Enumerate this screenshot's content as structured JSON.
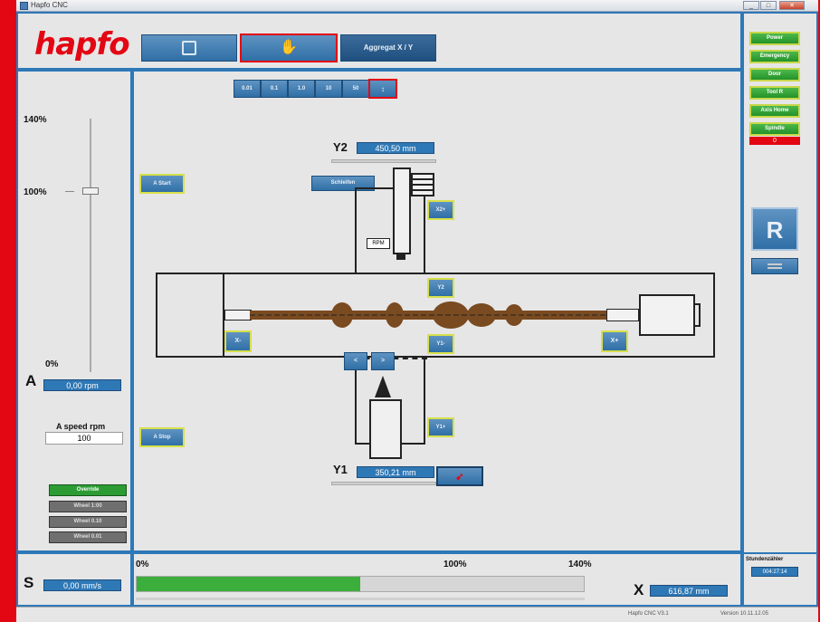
{
  "window": {
    "title": "Hapfo CNC"
  },
  "brand": {
    "logo": "hapfo",
    "color": "#e30613",
    "accent": "#2e78b8"
  },
  "top_toolbar": {
    "btn1_icon": "square-frame-icon",
    "btn2_icon": "hand-icon",
    "btn3_label": "Aggregat X / Y"
  },
  "step_buttons": [
    "0.01",
    "0.1",
    "1.0",
    "10",
    "50",
    "↕"
  ],
  "right_sidebar": {
    "buttons": [
      "Power",
      "Emergency",
      "Door",
      "Tool R",
      "Axis Home",
      "Spindle"
    ],
    "spindle_alarm": "0",
    "big_button": "R",
    "small_icon": "diagram-icon"
  },
  "left_panel": {
    "pct_top": "140%",
    "pct_mid": "100%",
    "pct_bottom": "0%",
    "axis": "A",
    "axis_value": "0,00 rpm",
    "speed_label": "A speed rpm",
    "speed_value": "100",
    "override": "Override",
    "wheels": [
      "Wheel 1:00",
      "Wheel 0.10",
      "Wheel 0.01"
    ]
  },
  "machine": {
    "y2_label": "Y2",
    "y2_value": "450,50 mm",
    "y1_label": "Y1",
    "y1_value": "350,21 mm",
    "a_start": "A Start",
    "a_stop": "A Stop",
    "schleifen": "Schleifen",
    "x2_plus": "X2+",
    "y2": "Y2",
    "y1_minus": "Y1-",
    "y1_plus": "Y1+",
    "x_minus": "X-",
    "x_plus": "X+",
    "left_arrow": "<",
    "right_arrow": ">",
    "tool_label": "RPM",
    "y1_icon": "tool-icon"
  },
  "bottom_bar": {
    "axis_s": "S",
    "s_value": "0,00 mm/s",
    "pct0": "0%",
    "pct100": "100%",
    "pct140": "140%",
    "progress": 0.5,
    "axis_x": "X",
    "x_value": "616,87 mm",
    "counter_label": "Stundenzähler",
    "counter_value": "004:27:14"
  },
  "status": {
    "left": "Hapfo CNC V3.1",
    "right": "Version 10.11.12.05"
  }
}
